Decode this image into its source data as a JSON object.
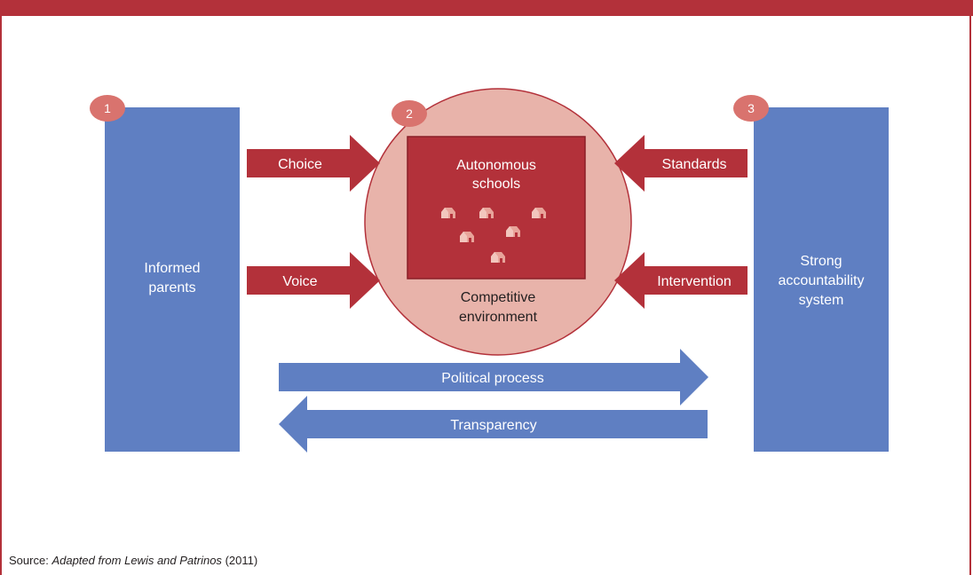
{
  "colors": {
    "frame": "#b3313a",
    "blue": "#5f7fc2",
    "red": "#b3313a",
    "pink_circle": "#e8b3aa",
    "badge": "#d9736e",
    "house": "#e8a49a"
  },
  "pillars": {
    "left": {
      "badge": "1",
      "line1": "Informed",
      "line2": "parents"
    },
    "right": {
      "badge": "3",
      "line1": "Strong",
      "line2": "accountability",
      "line3": "system"
    }
  },
  "center": {
    "badge": "2",
    "schools_line1": "Autonomous",
    "schools_line2": "schools",
    "house_icon_count": 6,
    "env_line1": "Competitive",
    "env_line2": "environment"
  },
  "arrows": {
    "choice": "Choice",
    "voice": "Voice",
    "standards": "Standards",
    "intervention": "Intervention",
    "political": "Political process",
    "transparency": "Transparency"
  },
  "source": {
    "label": "Source:",
    "citation": "Adapted from Lewis and Patrinos",
    "year": "(2011)"
  }
}
